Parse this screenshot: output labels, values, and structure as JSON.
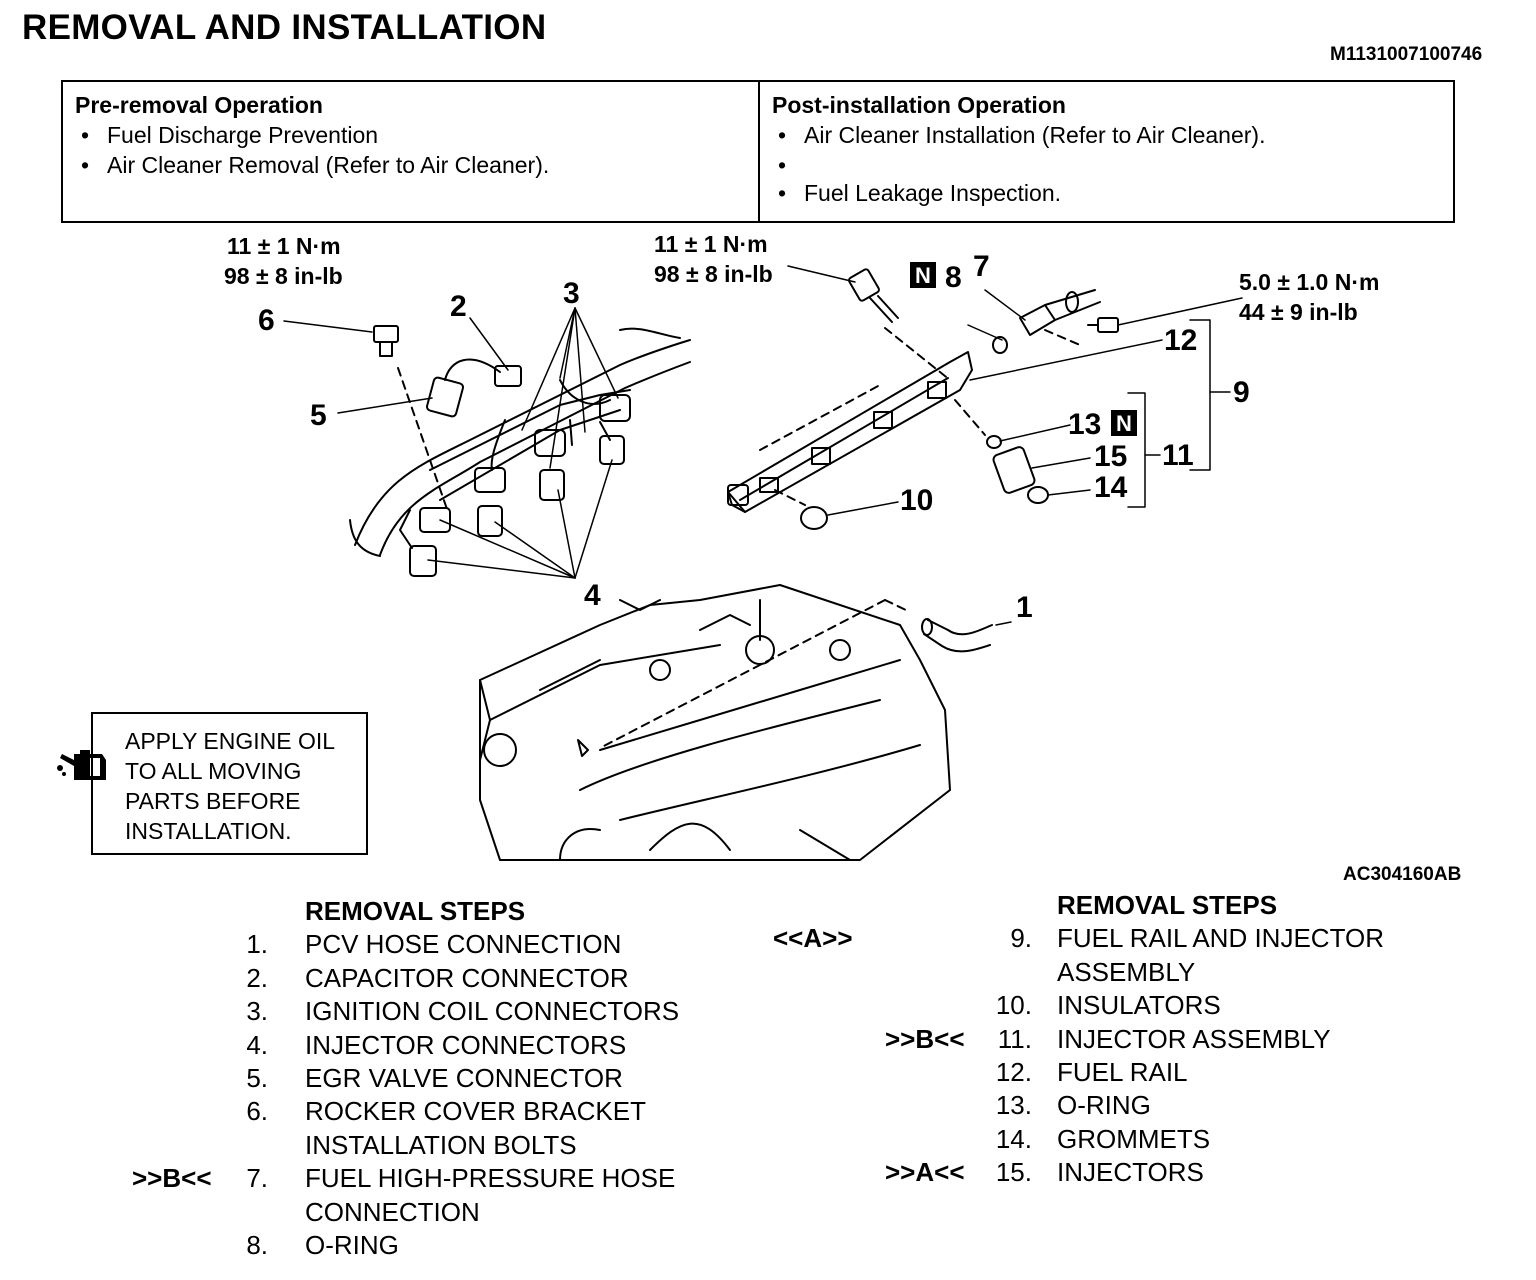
{
  "header": {
    "title": "REMOVAL AND INSTALLATION",
    "doc_id": "M1131007100746"
  },
  "operations": {
    "pre_removal": {
      "heading": "Pre-removal Operation",
      "items": [
        "Fuel Discharge Prevention",
        "Air Cleaner Removal (Refer to Air Cleaner)."
      ]
    },
    "post_installation": {
      "heading": "Post-installation Operation",
      "items": [
        "Air Cleaner Installation (Refer to Air Cleaner).",
        "Fuel Leakage Inspection."
      ]
    }
  },
  "diagram": {
    "torque_left": {
      "metric": "11 ± 1 N·m",
      "imperial": "98 ± 8 in-lb"
    },
    "torque_mid": {
      "metric": "11 ± 1 N·m",
      "imperial": "98 ± 8 in-lb"
    },
    "torque_right": {
      "metric": "5.0 ± 1.0 N·m",
      "imperial": "44 ± 9 in-lb"
    },
    "callouts": {
      "c1": "1",
      "c2": "2",
      "c3": "3",
      "c4": "4",
      "c5": "5",
      "c6": "6",
      "c7": "7",
      "c8": "8",
      "c9": "9",
      "c10": "10",
      "c11": "11",
      "c12": "12",
      "c13": "13",
      "c14": "14",
      "c15": "15"
    },
    "new_part_mark": "N",
    "oil_note": [
      "APPLY ENGINE OIL",
      "TO ALL MOVING",
      "PARTS BEFORE",
      "INSTALLATION."
    ],
    "figure_id": "AC304160AB"
  },
  "steps_left": {
    "heading": "REMOVAL STEPS",
    "items": [
      {
        "mark": "",
        "num": "1.",
        "lines": [
          "PCV HOSE CONNECTION"
        ]
      },
      {
        "mark": "",
        "num": "2.",
        "lines": [
          "CAPACITOR CONNECTOR"
        ]
      },
      {
        "mark": "",
        "num": "3.",
        "lines": [
          "IGNITION COIL CONNECTORS"
        ]
      },
      {
        "mark": "",
        "num": "4.",
        "lines": [
          "INJECTOR CONNECTORS"
        ]
      },
      {
        "mark": "",
        "num": "5.",
        "lines": [
          "EGR VALVE CONNECTOR"
        ]
      },
      {
        "mark": "",
        "num": "6.",
        "lines": [
          "ROCKER COVER BRACKET",
          "INSTALLATION BOLTS"
        ]
      },
      {
        "mark": ">>B<<",
        "num": "7.",
        "lines": [
          "FUEL HIGH-PRESSURE HOSE",
          "CONNECTION"
        ]
      },
      {
        "mark": "",
        "num": "8.",
        "lines": [
          "O-RING"
        ]
      }
    ]
  },
  "steps_right": {
    "heading": "REMOVAL STEPS",
    "items": [
      {
        "mark": "<<A>>",
        "num": "9.",
        "lines": [
          "FUEL RAIL AND INJECTOR",
          "ASSEMBLY"
        ]
      },
      {
        "mark": "",
        "num": "10.",
        "lines": [
          "INSULATORS"
        ]
      },
      {
        "mark": ">>B<<",
        "num": "11.",
        "lines": [
          "INJECTOR ASSEMBLY"
        ]
      },
      {
        "mark": "",
        "num": "12.",
        "lines": [
          "FUEL RAIL"
        ]
      },
      {
        "mark": "",
        "num": "13.",
        "lines": [
          "O-RING"
        ]
      },
      {
        "mark": "",
        "num": "14.",
        "lines": [
          "GROMMETS"
        ]
      },
      {
        "mark": ">>A<<",
        "num": "15.",
        "lines": [
          "INJECTORS"
        ]
      }
    ]
  }
}
